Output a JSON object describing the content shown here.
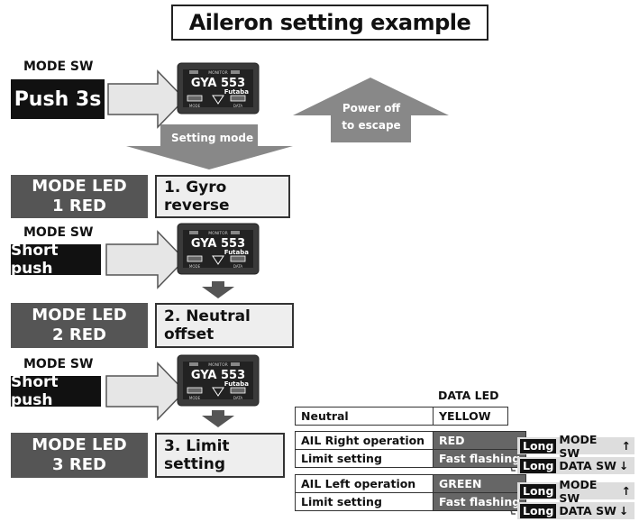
{
  "title": "Aileron setting example",
  "entry": {
    "mode_sw_label": "MODE SW",
    "push_label": "Push 3s",
    "setting_mode": "Setting mode",
    "escape_line1": "Power off",
    "escape_line2": "to escape"
  },
  "device": {
    "monitor": "MONITOR",
    "model": "GYA 553",
    "brand": "Futaba",
    "mode": "MODE",
    "data": "DATA"
  },
  "steps": [
    {
      "led_line1": "MODE LED",
      "led_line2": "1 RED",
      "label": "1. Gyro reverse"
    },
    {
      "led_line1": "MODE LED",
      "led_line2": "2 RED",
      "label": "2. Neutral offset"
    },
    {
      "led_line1": "MODE LED",
      "led_line2": "3 RED",
      "label": "3. Limit setting"
    }
  ],
  "short_push": {
    "mode_sw_label": "MODE SW",
    "push_label": "Short push"
  },
  "data_led_header": "DATA LED",
  "table": {
    "neutral": {
      "label": "Neutral",
      "value": "YELLOW"
    },
    "right_op": {
      "label": "AIL Right operation",
      "value": "RED"
    },
    "right_limit": {
      "label": "Limit setting",
      "value": "Fast flashing"
    },
    "left_op": {
      "label": "AIL Left operation",
      "value": "GREEN"
    },
    "left_limit": {
      "label": "Limit setting",
      "value": "Fast flashing"
    }
  },
  "long_ops": {
    "long_tag": "Long",
    "mode_sw": "MODE SW",
    "data_sw": "DATA SW",
    "up_arrow": "↑",
    "down_arrow": "↓"
  }
}
